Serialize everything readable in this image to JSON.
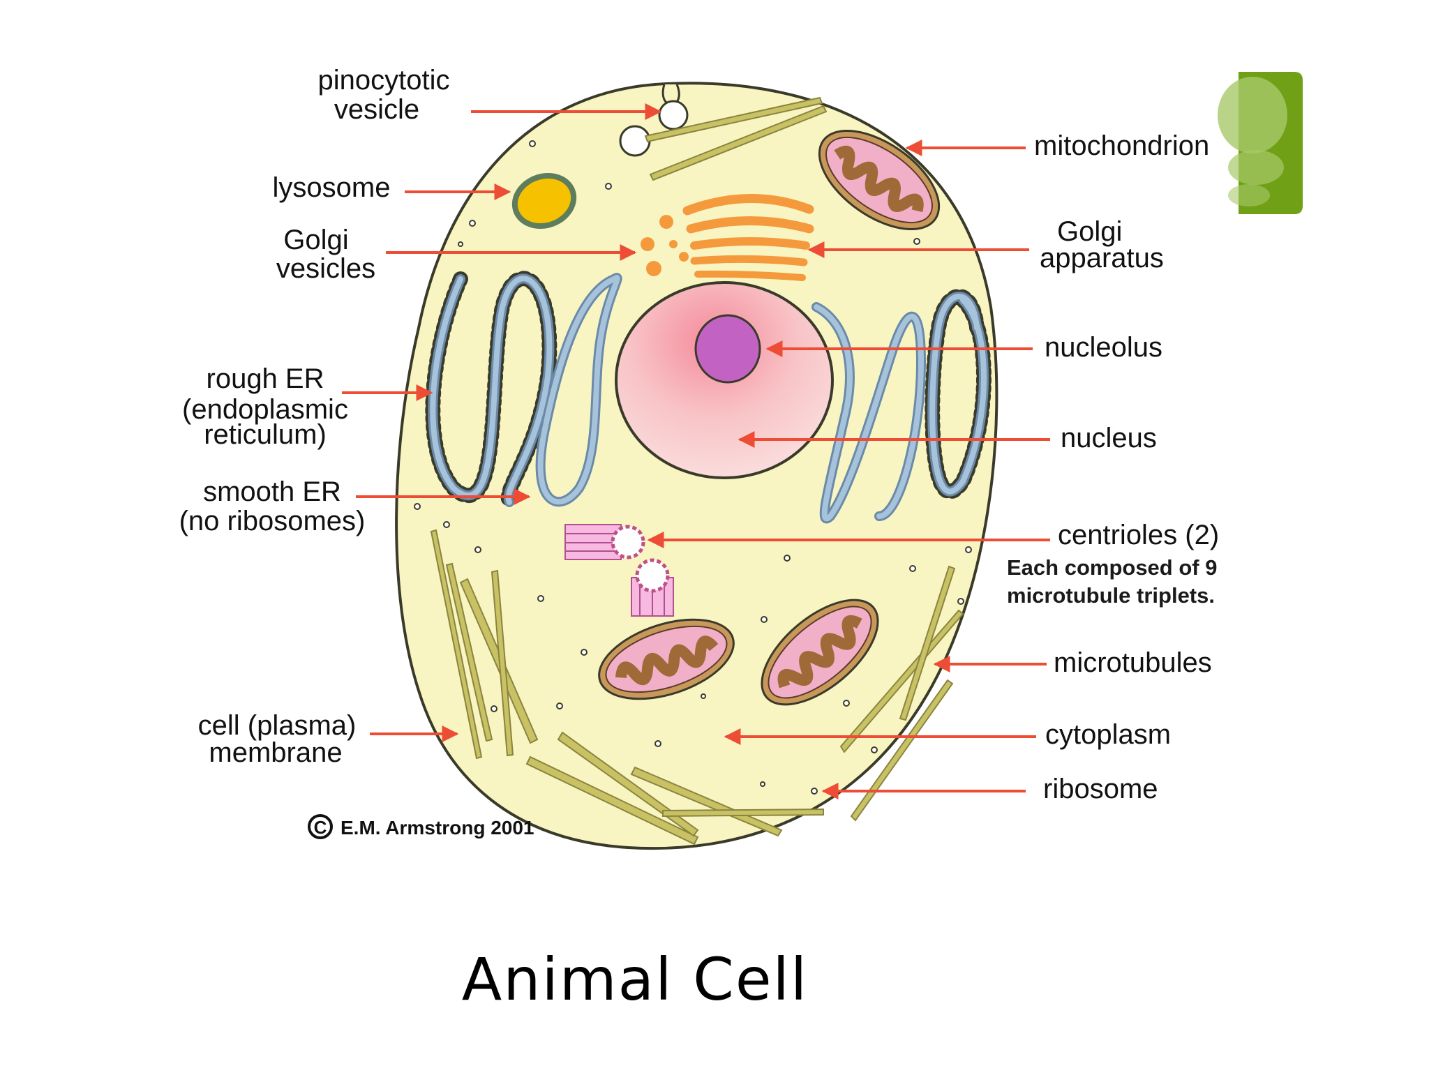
{
  "slide": {
    "title": "Animal Cell"
  },
  "labels": {
    "pinocytotic_1": "pinocytotic",
    "pinocytotic_2": "vesicle",
    "lysosome": "lysosome",
    "golgi_vesicles_1": "Golgi",
    "golgi_vesicles_2": "vesicles",
    "rough_er_1": "rough ER",
    "rough_er_2": "(endoplasmic",
    "rough_er_3": "reticulum)",
    "smooth_er_1": "smooth ER",
    "smooth_er_2": "(no ribosomes)",
    "membrane_1": "cell (plasma)",
    "membrane_2": "membrane",
    "mitochondrion": "mitochondrion",
    "golgi_apparatus_1": "Golgi",
    "golgi_apparatus_2": "apparatus",
    "nucleolus": "nucleolus",
    "nucleus": "nucleus",
    "centrioles": "centrioles (2)",
    "centrioles_note_1": "Each composed of 9",
    "centrioles_note_2": "microtubule triplets.",
    "microtubules": "microtubules",
    "cytoplasm": "cytoplasm",
    "ribosome": "ribosome"
  },
  "credit": {
    "symbol": "C",
    "text": "E.M. Armstrong 2001"
  },
  "colors": {
    "cytoplasm": "#f8f5c2",
    "membrane": "#3a3a2a",
    "arrow": "#ee4d35",
    "er": "#a6c3db",
    "golgi": "#f59a3c",
    "mito_outer": "#f1b0c8",
    "mito_inner": "#c8985a",
    "nucleus": "#f7c6c8",
    "nucleolus": "#c263c4",
    "lysosome": "#f6c200",
    "microtubule": "#c8c264",
    "corner_accent": "#6fa016"
  },
  "decorations": {
    "corner": "green-corner-shape"
  }
}
